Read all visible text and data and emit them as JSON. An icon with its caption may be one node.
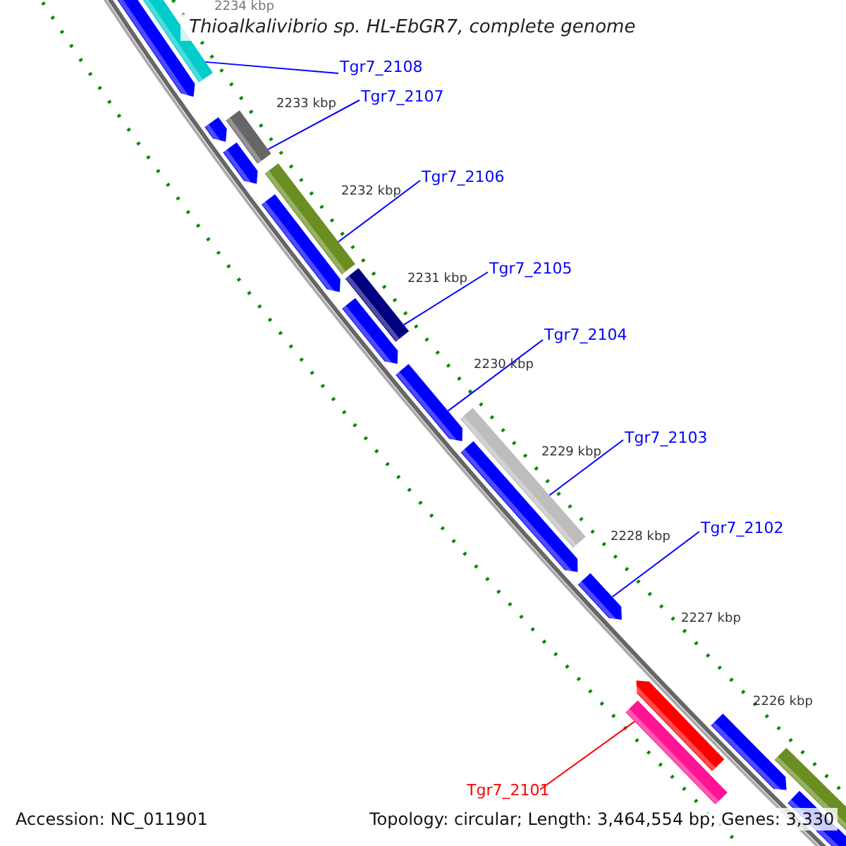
{
  "diagram": {
    "title": "Thioalkalivibrio sp. HL-EbGR7, complete genome",
    "nodes": [
      {
        "text": [
          "Tgr7_2108"
        ]
      },
      {
        "text": [
          "Tgr7_2107"
        ]
      },
      {
        "text": [
          "Tgr7_2106"
        ]
      },
      {
        "text": [
          "Tgr7_2105"
        ]
      },
      {
        "text": [
          "Tgr7_2104"
        ]
      },
      {
        "text": [
          "Tgr7_2103"
        ]
      },
      {
        "text": [
          "Tgr7_2102"
        ]
      },
      {
        "text": [
          "Tgr7_2101"
        ]
      },
      {
        "text": [],
        "shape": "bar"
      },
      {
        "text": [],
        "shape": "bar"
      },
      {
        "text": [],
        "shape": "bar"
      },
      {
        "text": [],
        "shape": "bar"
      },
      {
        "text": [],
        "shape": "bar"
      },
      {
        "text": [],
        "shape": "bar"
      },
      {
        "text": [],
        "shape": "bar"
      },
      {
        "text": [],
        "shape": "bar"
      },
      {
        "text": [],
        "shape": "bar"
      },
      {
        "text": [],
        "shape": "bar"
      },
      {
        "text": [],
        "shape": "bar"
      },
      {
        "text": [],
        "shape": "bar"
      },
      {
        "text": [],
        "shape": "bar"
      },
      {
        "text": [],
        "shape": "bar"
      },
      {
        "text": [],
        "shape": "bar"
      },
      {
        "text": [],
        "shape": "bar"
      },
      {
        "text": [],
        "shape": "bar"
      },
      {
        "text": [],
        "shape": "bar"
      }
    ],
    "edges": [
      {
        "from": 0,
        "to": 9,
        "arrow": "none"
      },
      {
        "from": 1,
        "to": 11,
        "arrow": "none"
      },
      {
        "from": 2,
        "to": 14,
        "arrow": "none"
      },
      {
        "from": 3,
        "to": 15,
        "arrow": "none"
      },
      {
        "from": 4,
        "to": 17,
        "arrow": "none"
      },
      {
        "from": 5,
        "to": 18,
        "arrow": "none"
      },
      {
        "from": 6,
        "to": 20,
        "arrow": "none"
      },
      {
        "from": 7,
        "to": 22,
        "arrow": "none",
        "color": "#ff0000"
      }
    ],
    "labels": [
      "2234 kbp",
      "2233 kbp",
      "2232 kbp",
      "2231 kbp",
      "2230 kbp",
      "2229 kbp",
      "2228 kbp",
      "2227 kbp",
      "2226 kbp",
      "Accession: NC_011901",
      "Topology: circular; Length: 3,464,554 bp; Genes: 3,330"
    ]
  }
}
